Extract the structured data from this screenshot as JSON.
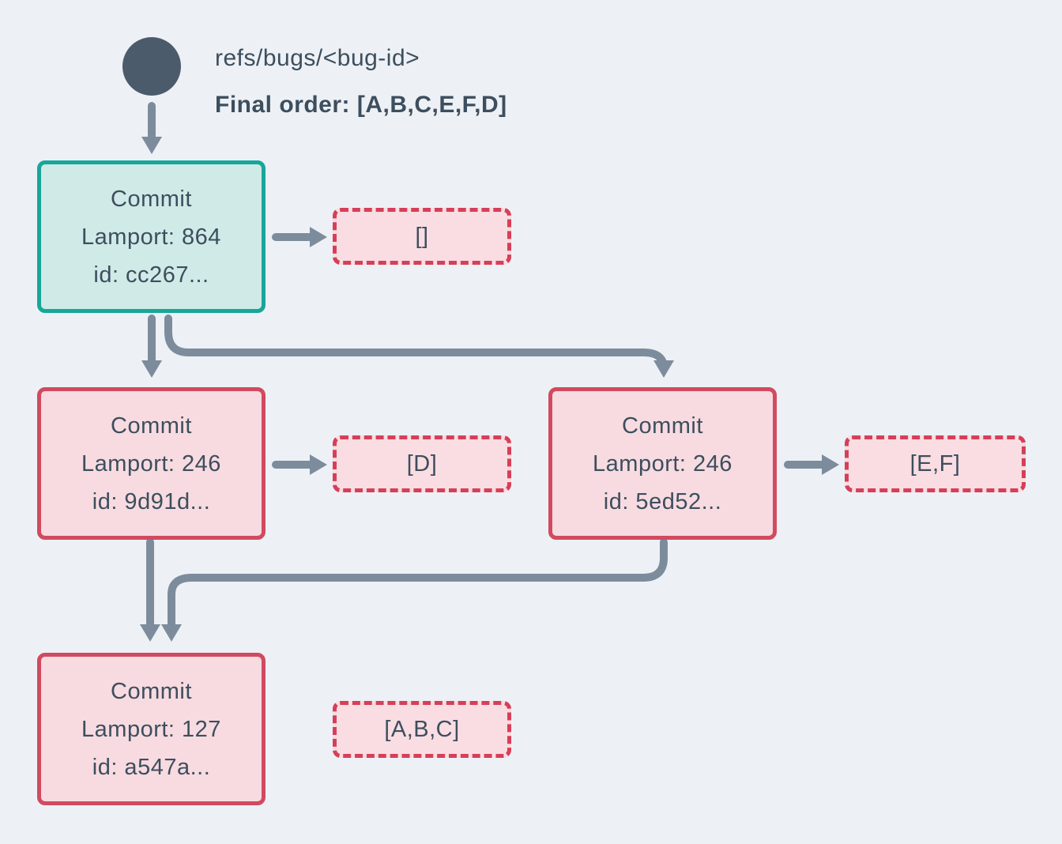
{
  "header": {
    "ref_label": "refs/bugs/<bug-id>",
    "final_order_label": "Final order: [A,B,C,E,F,D]"
  },
  "commits": [
    {
      "title": "Commit",
      "lamport_label": "Lamport: 864",
      "id_label": "id: cc267...",
      "role": "head"
    },
    {
      "title": "Commit",
      "lamport_label": "Lamport: 246",
      "id_label": "id: 9d91d...",
      "role": "interior"
    },
    {
      "title": "Commit",
      "lamport_label": "Lamport: 246",
      "id_label": "id: 5ed52...",
      "role": "interior"
    },
    {
      "title": "Commit",
      "lamport_label": "Lamport: 127",
      "id_label": "id: a547a...",
      "role": "root"
    }
  ],
  "message_lists": [
    {
      "value": "[]"
    },
    {
      "value": "[D]"
    },
    {
      "value": "[E,F]"
    },
    {
      "value": "[A,B,C]"
    }
  ],
  "colors": {
    "background": "#edf1f5",
    "text": "#3d4e5e",
    "arrow": "#7d8c9c",
    "ref_node": "#4c5b6b",
    "head_commit_border": "#17a79a",
    "head_commit_fill": "#d0eae7",
    "commit_border": "#d04a60",
    "commit_fill": "#f7dbe0",
    "list_border": "#d63f58",
    "list_fill": "#f9dde2"
  }
}
